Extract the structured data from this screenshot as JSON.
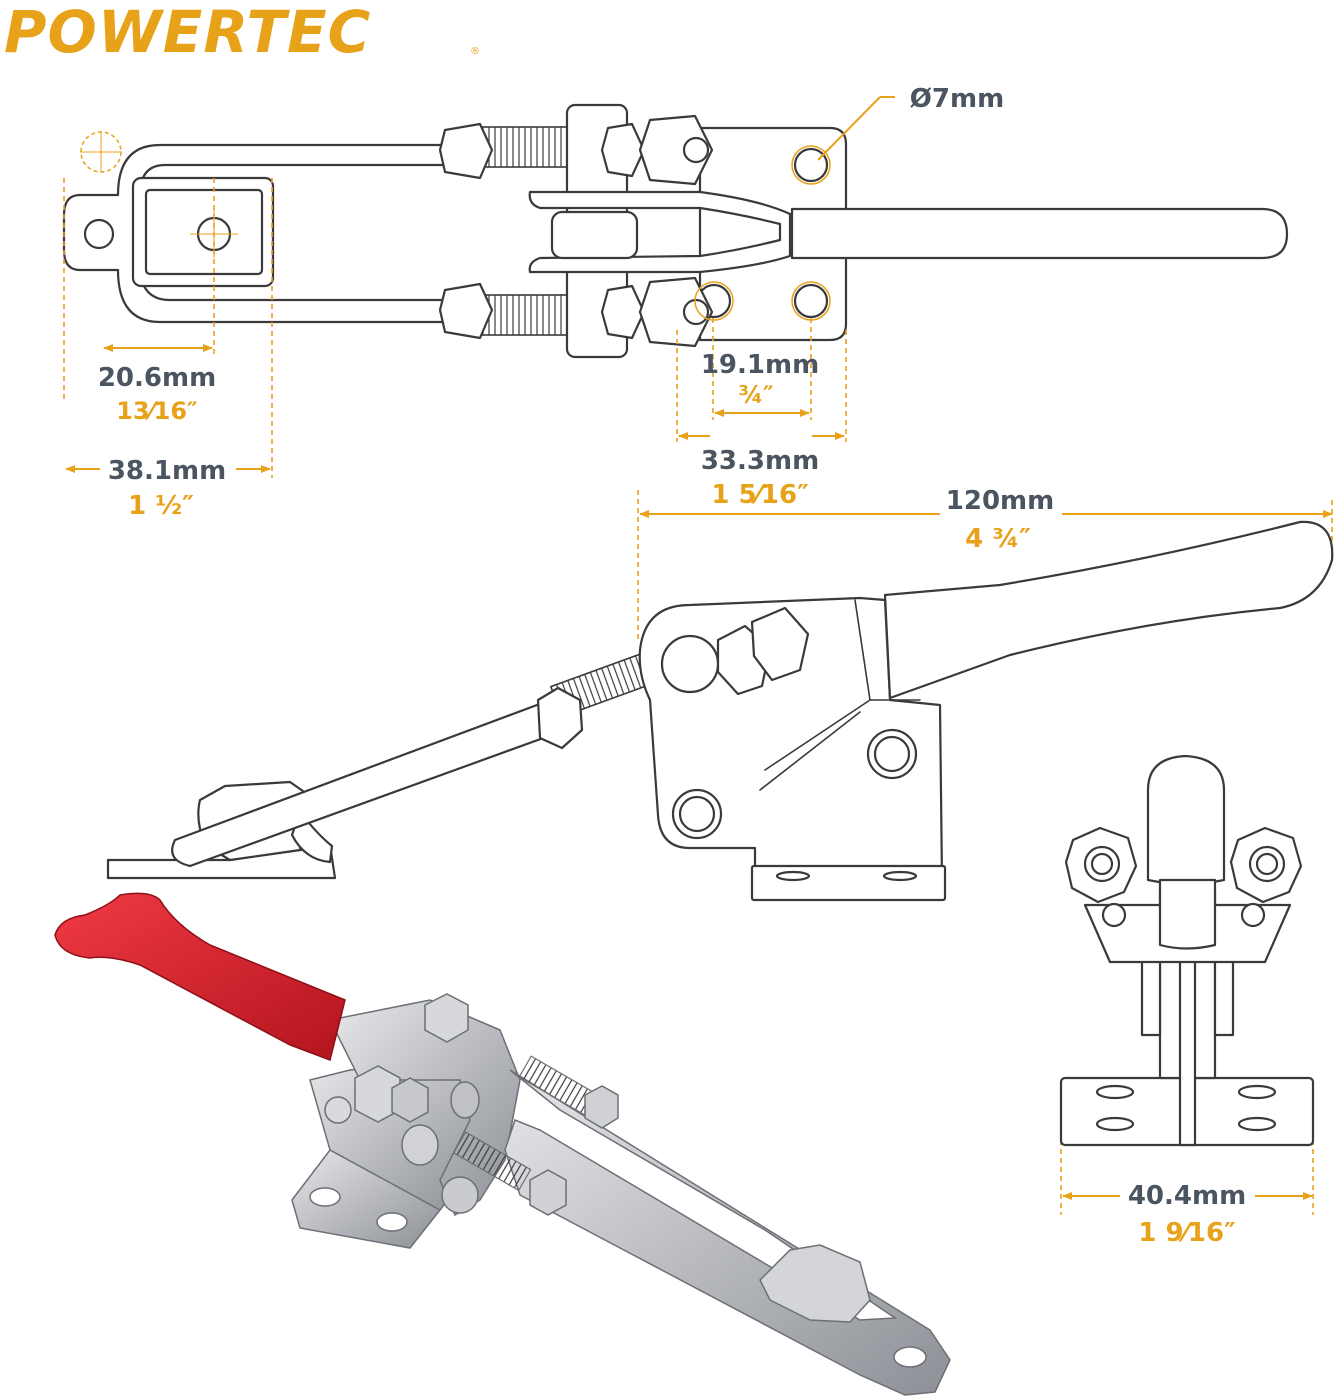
{
  "brand": {
    "logo_text": "POWERTEC",
    "registered_mark": "®",
    "accent_color": "#e8a21a",
    "dark_text_color": "#4a5561",
    "handle_color": "#d61f2a"
  },
  "dimensions": {
    "hole_diameter": {
      "metric": "Ø7mm"
    },
    "pin_offset": {
      "metric": "20.6mm",
      "imperial": "13⁄16″"
    },
    "slot_width": {
      "metric": "38.1mm",
      "imperial": "1 ½″"
    },
    "hole_spacing_inner": {
      "metric": "19.1mm",
      "imperial": "¾″"
    },
    "base_width": {
      "metric": "33.3mm",
      "imperial": "1 5⁄16″"
    },
    "overall_length": {
      "metric": "120mm",
      "imperial": "4 ¾″"
    },
    "base_depth": {
      "metric": "40.4mm",
      "imperial": "1 9⁄16″"
    }
  }
}
